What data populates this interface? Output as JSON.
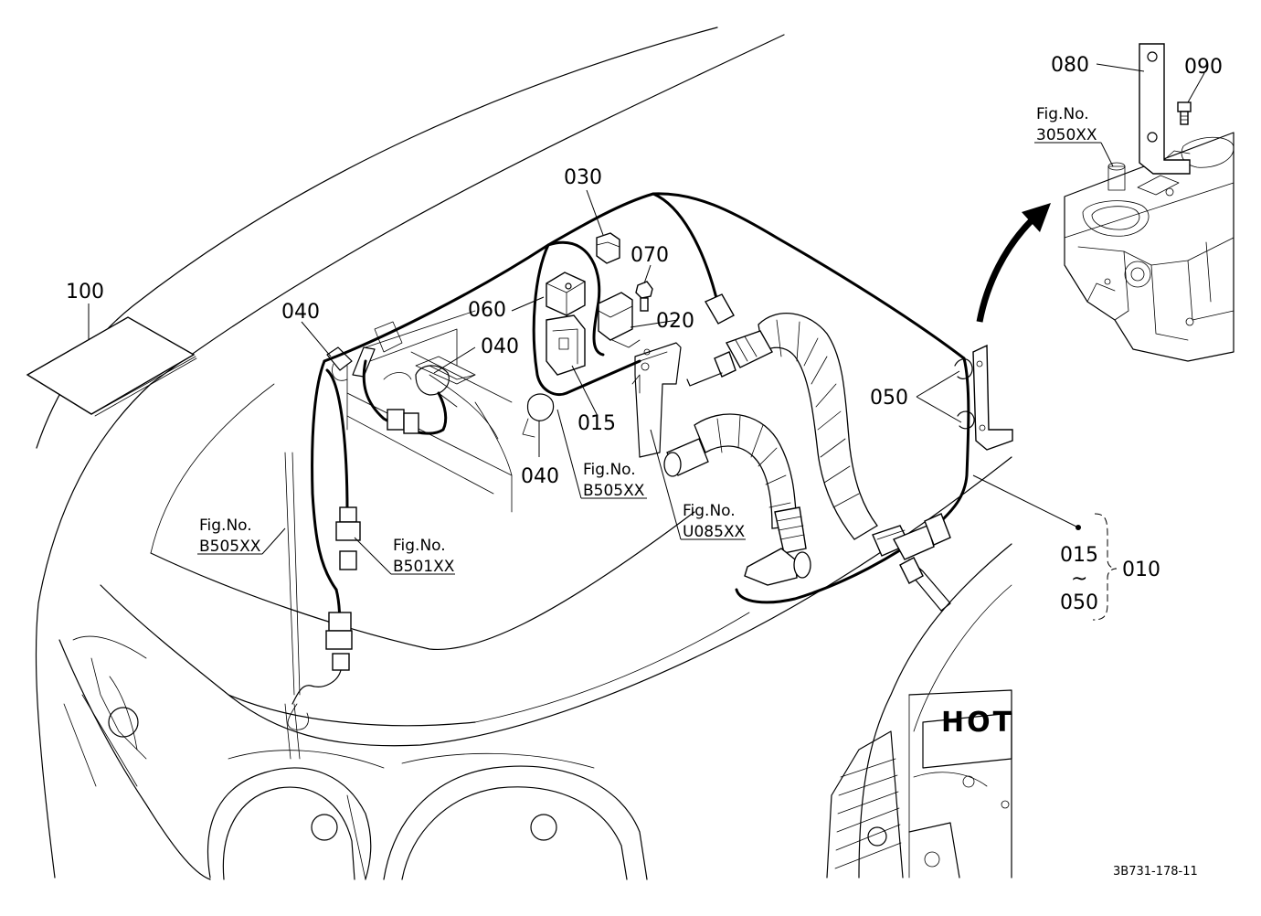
{
  "callouts": {
    "c100": "100",
    "c040a": "040",
    "c040b": "040",
    "c040c": "040",
    "c060": "060",
    "c030": "030",
    "c070": "070",
    "c020": "020",
    "c015": "015",
    "c050": "050",
    "c080": "080",
    "c090": "090",
    "c010": "010",
    "range_start": "015",
    "range_tilde": "~",
    "range_end": "050"
  },
  "figure_refs": {
    "b505_left": {
      "title": "Fig.No.",
      "code": "B505XX"
    },
    "b501": {
      "title": "Fig.No.",
      "code": "B501XX"
    },
    "b505_center": {
      "title": "Fig.No.",
      "code": "B505XX"
    },
    "u085": {
      "title": "Fig.No.",
      "code": "U085XX"
    },
    "f3050": {
      "title": "Fig.No.",
      "code": "3050XX"
    }
  },
  "decal_text": "HOT",
  "drawing_code": "3B731-178-11"
}
